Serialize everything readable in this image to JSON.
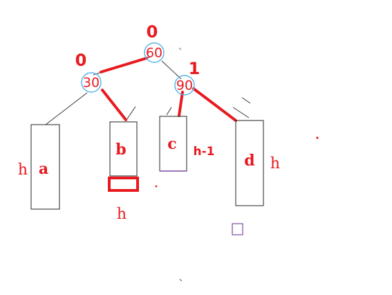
{
  "nodes": {
    "root": {
      "key": "60",
      "balance_factor": "0"
    },
    "left": {
      "key": "30",
      "balance_factor": "0"
    },
    "right": {
      "key": "90",
      "balance_factor": "1"
    }
  },
  "subtrees": {
    "a": {
      "name": "a",
      "height": "h"
    },
    "b": {
      "name": "b",
      "height": "h"
    },
    "c": {
      "name": "c",
      "height": "h-1"
    },
    "d": {
      "name": "d",
      "height": "h"
    }
  },
  "colors": {
    "red": "#e8191f",
    "circle": "#5ab4e6",
    "box": "#222222",
    "purple": "#7b4a9e"
  }
}
